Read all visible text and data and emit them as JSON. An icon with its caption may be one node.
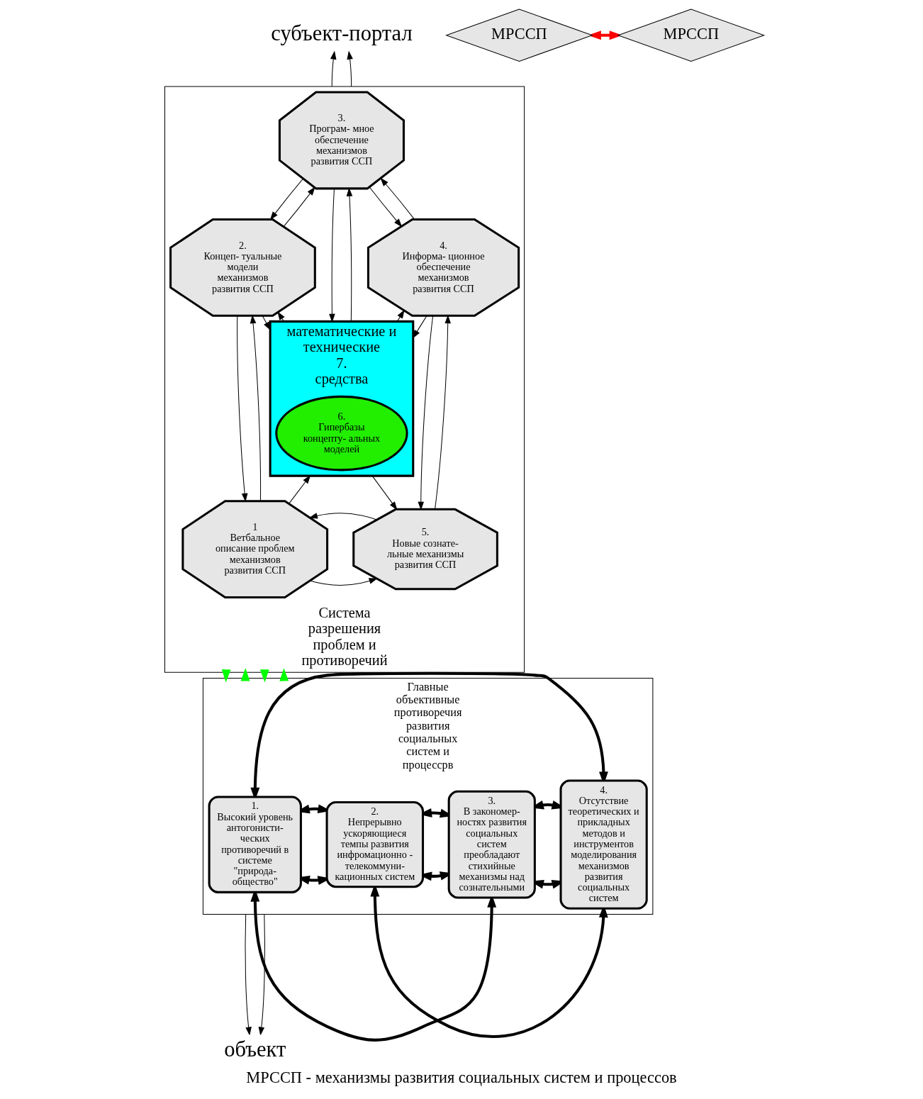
{
  "diagram": {
    "caption": "МРССП - механизмы развития социальных систем и процессов",
    "nodes": [
      {
        "text": [
          "субъект-портал"
        ]
      },
      {
        "text": [
          "Система разрешения проблем и противоречий"
        ]
      },
      {
        "text": [
          "3.",
          "Програм- мное обеспечение механизмов развития ССП"
        ],
        "in": 1
      },
      {
        "text": [
          "2.",
          "Концеп- туальные модели механизмов развития ССП"
        ],
        "in": 1
      },
      {
        "text": [
          "4.",
          "Информа- ционное обеспечение механизмов развития ССП"
        ],
        "in": 1
      },
      {
        "text": [
          "математические и технические",
          "7.",
          "средства"
        ],
        "in": 1
      },
      {
        "text": [
          "6.",
          "Гипербазы концепту- альных моделей"
        ],
        "in": 5
      },
      {
        "text": [
          "1",
          "Ветбальное описание проблем механизмов развития ССП"
        ],
        "in": 1
      },
      {
        "text": [
          "5.",
          "Новые сознате- льные механизмы развития ССП"
        ],
        "in": 1
      },
      {
        "text": [
          "МРССП"
        ]
      },
      {
        "text": [
          "МРССП"
        ]
      },
      {
        "text": [
          "Главные объективные противоречия развития социальных систем и процессрв"
        ]
      },
      {
        "text": [
          "1.",
          "Высокий уровень антогонисти- ческих противоречий в системе \"природа- общество\""
        ],
        "in": 11
      },
      {
        "text": [
          "2.",
          "Непрерывно ускоряющиеся темпы развития инфромационно - телекоммуни- кационных систем"
        ],
        "in": 11
      },
      {
        "text": [
          "3.",
          "В закономер- ностях развития социальных систем преобладают стихийные механизмы над сознательными"
        ],
        "in": 11
      },
      {
        "text": [
          "4.",
          "Отсутствие теоретических и прикладных методов и инструментов моделирования механизмов развития социальных систем"
        ],
        "in": 11
      },
      {
        "text": [
          "объект"
        ]
      }
    ],
    "edges": [
      {
        "from": 1,
        "to": 0,
        "arrow": "to"
      },
      {
        "from": 1,
        "to": 0,
        "arrow": "to"
      },
      {
        "from": 3,
        "to": 2,
        "arrow": "to"
      },
      {
        "from": 2,
        "to": 3,
        "arrow": "to"
      },
      {
        "from": 4,
        "to": 2,
        "arrow": "to"
      },
      {
        "from": 2,
        "to": 4,
        "arrow": "to"
      },
      {
        "from": 2,
        "to": 5,
        "arrow": "to"
      },
      {
        "from": 5,
        "to": 2,
        "arrow": "to"
      },
      {
        "from": 3,
        "to": 5,
        "arrow": "to"
      },
      {
        "from": 5,
        "to": 3,
        "arrow": "to"
      },
      {
        "from": 5,
        "to": 4,
        "arrow": "to"
      },
      {
        "from": 4,
        "to": 5,
        "arrow": "to"
      },
      {
        "from": 7,
        "to": 3,
        "arrow": "to"
      },
      {
        "from": 3,
        "to": 7,
        "arrow": "to"
      },
      {
        "from": 4,
        "to": 8,
        "arrow": "to"
      },
      {
        "from": 8,
        "to": 4,
        "arrow": "to"
      },
      {
        "from": 7,
        "to": 5,
        "arrow": "to"
      },
      {
        "from": 5,
        "to": 8,
        "arrow": "to"
      },
      {
        "from": 7,
        "to": 8,
        "arrow": "to"
      },
      {
        "from": 8,
        "to": 7,
        "arrow": "to"
      },
      {
        "from": 1,
        "to": 11,
        "arrow": "to",
        "style": "thick",
        "color": "#00ff00"
      },
      {
        "from": 11,
        "to": 1,
        "arrow": "to",
        "style": "thick",
        "color": "#00ff00"
      },
      {
        "from": 1,
        "to": 11,
        "arrow": "to",
        "style": "thick",
        "color": "#00ff00"
      },
      {
        "from": 11,
        "to": 1,
        "arrow": "to",
        "style": "thick",
        "color": "#00ff00"
      },
      {
        "from": 9,
        "to": 10,
        "arrow": "both",
        "style": "thick",
        "color": "#ff0000"
      },
      {
        "from": 12,
        "to": 15,
        "arrow": "both",
        "style": "thick"
      },
      {
        "from": 12,
        "to": 13,
        "arrow": "both",
        "style": "thick"
      },
      {
        "from": 13,
        "to": 14,
        "arrow": "both",
        "style": "thick"
      },
      {
        "from": 14,
        "to": 15,
        "arrow": "both",
        "style": "thick"
      },
      {
        "from": 12,
        "to": 13,
        "arrow": "both",
        "style": "thick"
      },
      {
        "from": 13,
        "to": 14,
        "arrow": "both",
        "style": "thick"
      },
      {
        "from": 14,
        "to": 15,
        "arrow": "both",
        "style": "thick"
      },
      {
        "from": 12,
        "to": 14,
        "arrow": "both",
        "style": "thick"
      },
      {
        "from": 13,
        "to": 15,
        "arrow": "both",
        "style": "thick"
      },
      {
        "from": 11,
        "to": 16,
        "arrow": "to"
      },
      {
        "from": 11,
        "to": 16,
        "arrow": "to"
      }
    ]
  }
}
